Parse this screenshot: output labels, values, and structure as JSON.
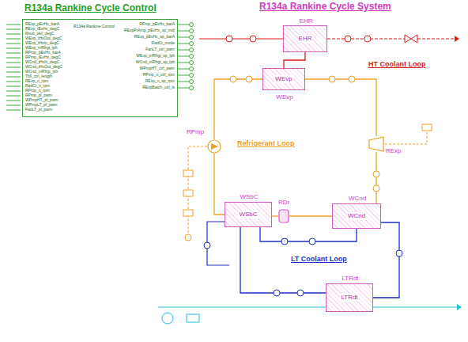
{
  "diagram": {
    "title": "R134a Rankine Cycle System",
    "nodes": [
      {
        "text": [
          "R134a Rankine Cycle Control",
          "R134a Rankine Control"
        ]
      },
      {
        "text": [
          "EHR",
          "EHR"
        ]
      },
      {
        "text": [
          "WEvp",
          "WEvp"
        ]
      },
      {
        "text": [
          "RExp"
        ]
      },
      {
        "text": [
          "RPmp"
        ]
      },
      {
        "text": [
          "WSbC",
          "WSbC"
        ]
      },
      {
        "text": [
          "RDr"
        ]
      },
      {
        "text": [
          "WCnd",
          "WCnd"
        ]
      },
      {
        "text": [
          "LTRdt",
          "LTRdt"
        ]
      }
    ],
    "edges": [
      {
        "from": 1,
        "to": 2,
        "arrow": "none"
      },
      {
        "from": 4,
        "to": 2,
        "arrow": "none"
      },
      {
        "from": 2,
        "to": 3,
        "arrow": "none"
      },
      {
        "from": 3,
        "to": 7,
        "arrow": "none"
      },
      {
        "from": 7,
        "to": 6,
        "arrow": "none"
      },
      {
        "from": 6,
        "to": 5,
        "arrow": "none"
      },
      {
        "from": 5,
        "to": 4,
        "arrow": "none"
      },
      {
        "from": 8,
        "to": 5,
        "arrow": "none"
      },
      {
        "from": 5,
        "to": 7,
        "arrow": "none"
      },
      {
        "from": 7,
        "to": 8,
        "arrow": "none"
      }
    ],
    "labels": [
      "HT Coolant Loop",
      "Refrigerant Loop",
      "LT Coolant Loop",
      "RExp_pEvHx_barA",
      "RExp_tEvHx_degC",
      "Rsub_tAir_degC",
      "WEvp_tHxOut_degC",
      "WEvp_tHxIn_degC",
      "WEvp_mRfrgt_lph",
      "RPmp_pEvHx_barA",
      "RPmp_tEvHx_degC",
      "WCnd_tHxIn_degC",
      "WCnd_tHxOut_degC",
      "WCnd_mRfrgt_lph",
      "Tbll_ctrl_length",
      "RExp_n_rpm",
      "RadCt_n_rpm",
      "RPmp_n_rpm",
      "RPmp_pl_pwm",
      "WPmpHT_pl_pwm",
      "WPmpLT_pl_pwm",
      "FanLT_pl_pwm",
      "RPmp_pEvHx_barA",
      "RExpPrAmp_pEvHx_sp_mdl",
      "RExp_pEvHx_sp_barA",
      "RadCt_mode",
      "FanLT_ctrl_pwm",
      "WEvp_mRfrgt_sp_lph",
      "WCnd_mRfrgt_sp_lph",
      "WPmpHT_ctrl_pwm",
      "RPmp_n_ctrl_rpm",
      "RExp_n_sp_rpm",
      "RExpBatch_ctrl_ls"
    ]
  }
}
